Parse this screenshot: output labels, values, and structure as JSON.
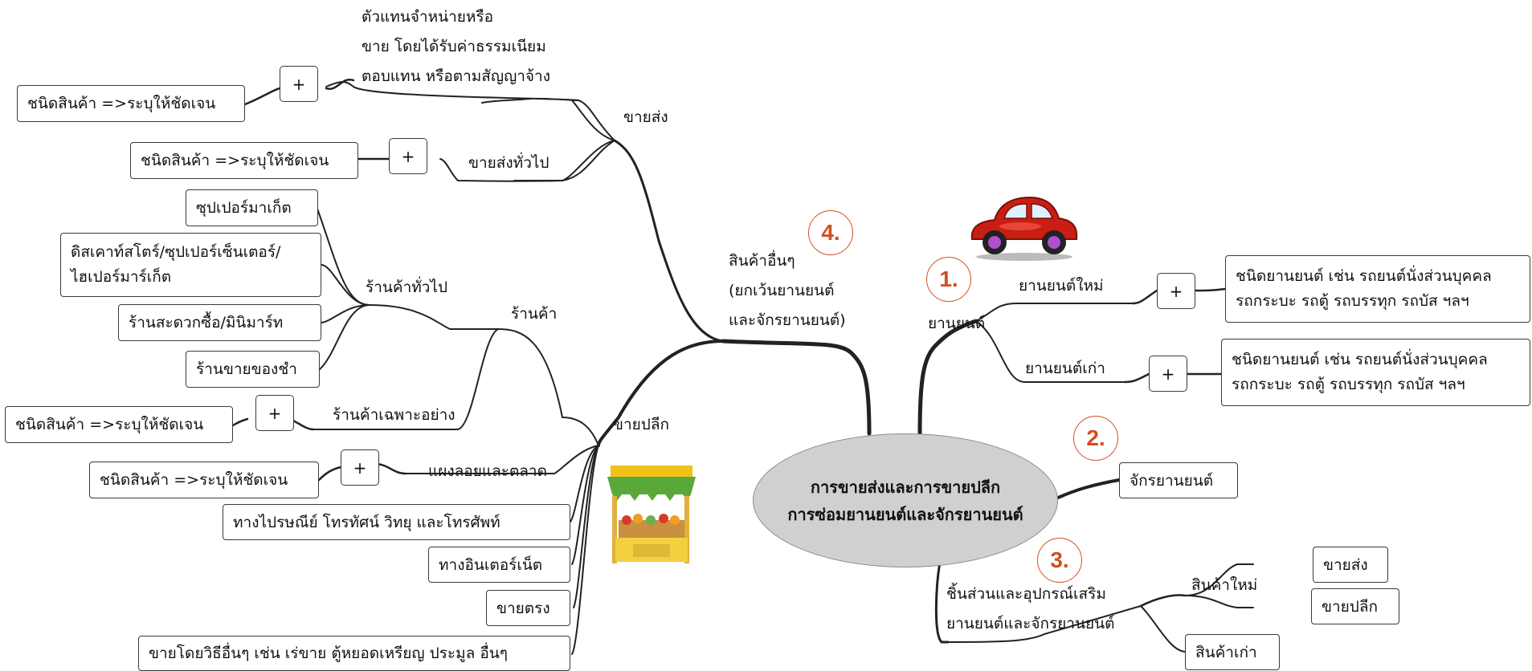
{
  "center": {
    "line1": "การขายส่งและการขายปลีก",
    "line2": "การซ่อมยานยนต์และจักรยานยนต์"
  },
  "numbers": {
    "n1": "1.",
    "n2": "2.",
    "n3": "3.",
    "n4": "4."
  },
  "vehicles": {
    "label": "ยานยนต์",
    "new_label": "ยานยนต์ใหม่",
    "used_label": "ยานยนต์เก่า",
    "plus": "+",
    "new_detail_1": "ชนิดยานยนต์ เช่น รถยนต์นั่งส่วนบุคคล",
    "new_detail_2": "รถกระบะ รถตู้ รถบรรทุก รถบัส ฯลฯ",
    "used_detail_1": "ชนิดยานยนต์ เช่น รถยนต์นั่งส่วนบุคคล",
    "used_detail_2": "รถกระบะ รถตู้ รถบรรทุก รถบัส ฯลฯ"
  },
  "motorcycles": {
    "label": "จักรยานยนต์"
  },
  "parts": {
    "line1": "ชิ้นส่วนและอุปกรณ์เสริม",
    "line2": "ยานยนต์และจักรยานยนต์",
    "new_label": "สินค้าใหม่",
    "used_label": "สินค้าเก่า",
    "wholesale": "ขายส่ง",
    "retail": "ขายปลีก"
  },
  "other_goods": {
    "line1": "สินค้าอื่นๆ",
    "line2": "(ยกเว้นยานยนต์",
    "line3": "และจักรยานยนต์)"
  },
  "wholesale": {
    "label": "ขายส่ง",
    "agent_1": "ตัวแทนจำหน่ายหรือ",
    "agent_2": "ขาย โดยได้รับค่าธรรมเนียม",
    "agent_3": "ตอบแทน หรือตามสัญญาจ้าง",
    "general": "ขายส่งทั่วไป",
    "goods_1": "ชนิดสินค้า =>ระบุให้ชัดเจน",
    "goods_2": "ชนิดสินค้า =>ระบุให้ชัดเจน"
  },
  "retail": {
    "label": "ขายปลีก",
    "store": "ร้านค้า",
    "general_store": "ร้านค้าทั่วไป",
    "specialty_store": "ร้านค้าเฉพาะอย่าง",
    "supermarket": "ซุปเปอร์มาเก็ต",
    "discount_1": "ดิสเคาท์สโตร์/ซุปเปอร์เซ็นเตอร์/",
    "discount_2": "ไฮเปอร์มาร์เก็ต",
    "convenience": "ร้านสะดวกซื้อ/มินิมาร์ท",
    "grocery": "ร้านขายของชำ",
    "stalls": "แผงลอยและตลาด",
    "mail_phone": "ทางไปรษณีย์  โทรทัศน์  วิทยุ  และโทรศัพท์",
    "internet": "ทางอินเตอร์เน็ต",
    "direct": "ขายตรง",
    "other_methods": "ขายโดยวิธีอื่นๆ เช่น เร่ขาย ตู้หยอดเหรียญ ประมูล อื่นๆ",
    "goods_specialty": "ชนิดสินค้า =>ระบุให้ชัดเจน",
    "goods_stalls": "ชนิดสินค้า =>ระบุให้ชัดเจน"
  },
  "colors": {
    "accent": "#d05020",
    "center_fill": "#d0d0d0",
    "line": "#222222"
  },
  "icons": [
    "car-icon",
    "market-stall-icon"
  ]
}
